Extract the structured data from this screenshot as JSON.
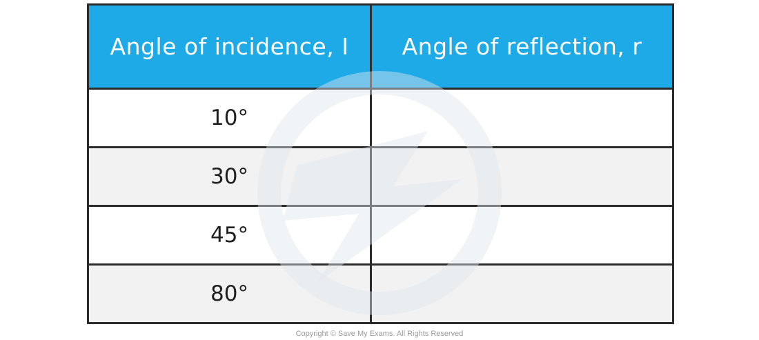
{
  "table": {
    "headers": [
      "Angle of incidence, I",
      "Angle of reflection, r"
    ],
    "rows": [
      [
        "10°",
        ""
      ],
      [
        "30°",
        ""
      ],
      [
        "45°",
        ""
      ],
      [
        "80°",
        ""
      ]
    ]
  },
  "footer": {
    "copyright": "Copyright © Save My Exams. All Rights Reserved"
  },
  "colors": {
    "header_background": "#1eaae7",
    "header_text": "#ffffff",
    "border": "#2b2b2b",
    "alternate_row": "#f2f2f2"
  },
  "watermark_icon": "save-my-exams-logo-icon"
}
